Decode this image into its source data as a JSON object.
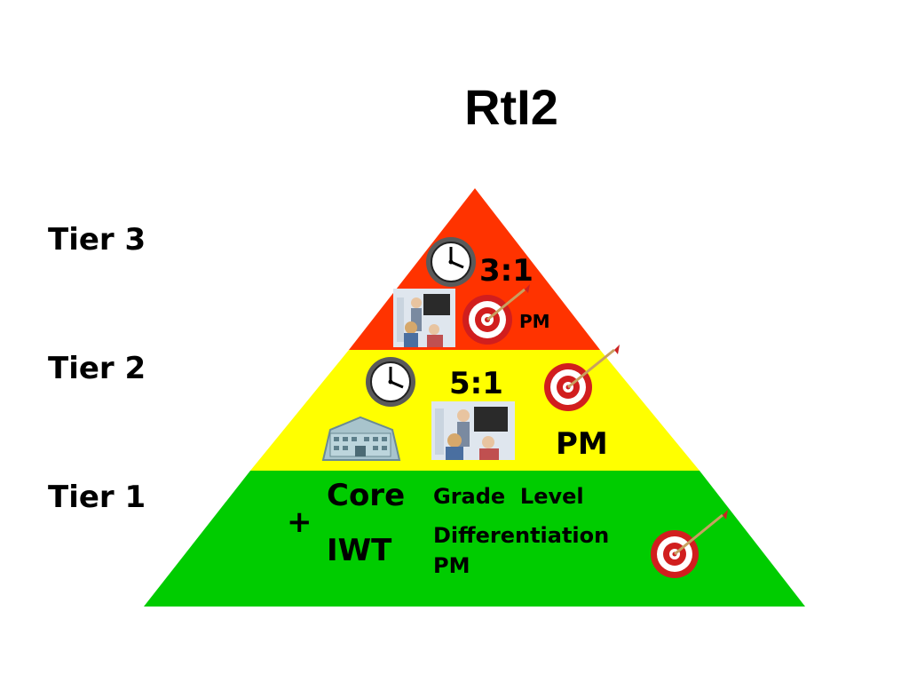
{
  "title": "RtI2",
  "tiers": [
    {
      "label": "Tier 3",
      "color": "#ff3300"
    },
    {
      "label": "Tier 2",
      "color": "#ffff00"
    },
    {
      "label": "Tier 1",
      "color": "#00cc00"
    }
  ],
  "tier3": {
    "ratio": "3:1",
    "pm": "PM",
    "icons": [
      "clock-icon",
      "classroom-photo",
      "target-icon"
    ]
  },
  "tier2": {
    "ratio": "5:1",
    "pm": "PM",
    "icons": [
      "clock-icon",
      "target-icon",
      "school-building-icon",
      "classroom-photo"
    ]
  },
  "tier1": {
    "plus": "+",
    "core": "Core",
    "iwt": "IWT",
    "grade_level": "Grade  Level",
    "differentiation": "Differentiation",
    "pm": "PM",
    "icons": [
      "target-icon"
    ]
  }
}
